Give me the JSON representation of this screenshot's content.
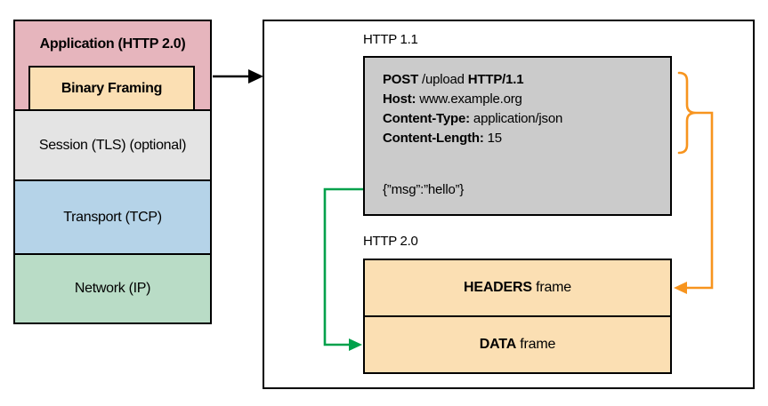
{
  "figure": {
    "description": "HTTP 2.0 binary framing layer diagram"
  },
  "stack": {
    "application_label": "Application (HTTP 2.0)",
    "binary_framing_label": "Binary Framing",
    "session_label": "Session (TLS) (optional)",
    "transport_label": "Transport (TCP)",
    "network_label": "Network (IP)"
  },
  "panel": {
    "http11_label": "HTTP 1.1",
    "http20_label": "HTTP 2.0",
    "request": {
      "line1": {
        "method": "POST",
        "path": " /upload ",
        "version": "HTTP/1.1"
      },
      "line2": {
        "key": "Host:",
        "value": " www.example.org"
      },
      "line3": {
        "key": "Content-Type:",
        "value": " application/json"
      },
      "line4": {
        "key": "Content-Length:",
        "value": " 15"
      },
      "body": "{”msg”:”hello”}"
    },
    "frames": [
      {
        "name": "HEADERS",
        "suffix": " frame"
      },
      {
        "name": "DATA",
        "suffix": " frame"
      }
    ]
  },
  "colors": {
    "application_fill": "#e6b5bd",
    "binary_framing_fill": "#fbdfb3",
    "session_fill": "#e4e4e4",
    "transport_fill": "#b5d3e8",
    "network_fill": "#b9dcc6",
    "request_fill": "#cbcbcb",
    "frame_fill": "#fbdfb3",
    "headers_arrow": "#f7941e",
    "data_arrow": "#00a14b",
    "stack_arrow": "#000000"
  }
}
